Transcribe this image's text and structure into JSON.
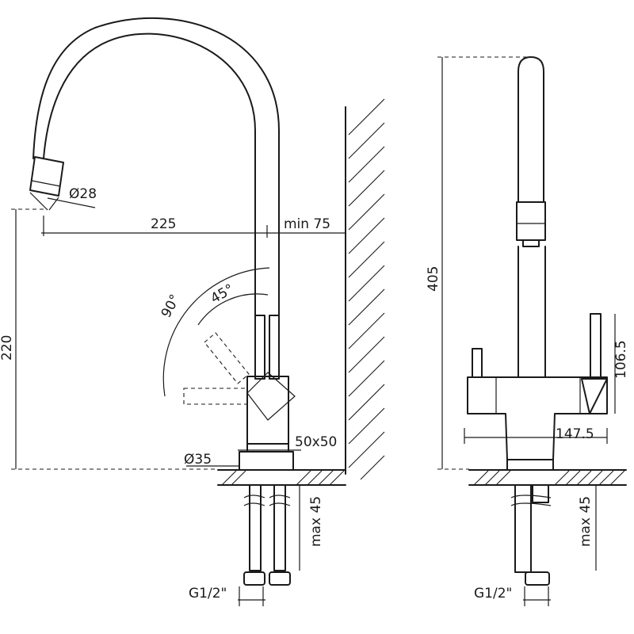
{
  "side_view": {
    "dims": {
      "spout_diameter": "Ø28",
      "reach": "225",
      "wall_clearance": "min 75",
      "lever_90": "90°",
      "lever_45": "45°",
      "height": "220",
      "body_size": "50x50",
      "base_diameter": "Ø35",
      "counter_thickness": "max 45",
      "thread": "G1/2\""
    }
  },
  "front_view": {
    "dims": {
      "overall_height": "405",
      "lever_height": "106.5",
      "body_width": "147.5",
      "counter_thickness": "max 45",
      "thread": "G1/2\""
    }
  }
}
